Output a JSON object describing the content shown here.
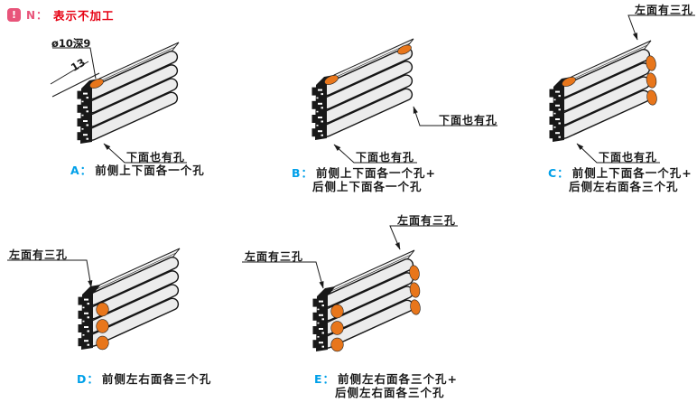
{
  "note": {
    "icon_glyph": "!",
    "prefix": "N：",
    "text": "表示不加工"
  },
  "colors": {
    "accent_orange": "#E8761B",
    "caption_blue": "#00A0E9",
    "note_pink": "#E8547A",
    "note_red": "#E60012",
    "line": "#1A1A1A",
    "band_gray": "#ECECEC"
  },
  "dimension_labels": {
    "hole_spec": "ø10深9",
    "hole_offset": "13"
  },
  "diagrams": [
    {
      "letter": "A：",
      "caption_line1": "前侧上下面各一个孔",
      "caption_line2": "",
      "callouts": {
        "bottom": "下面也有孔"
      },
      "holes": {
        "top_front": true,
        "top_rear": false,
        "left_end": 0,
        "right_end": 0
      }
    },
    {
      "letter": "B：",
      "caption_line1": "前侧上下面各一个孔+",
      "caption_line2": "后侧上下面各一个孔",
      "callouts": {
        "bottom": "下面也有孔",
        "bottom_rear": "下面也有孔"
      },
      "holes": {
        "top_front": true,
        "top_rear": true,
        "left_end": 0,
        "right_end": 0
      }
    },
    {
      "letter": "C：",
      "caption_line1": "前侧上下面各一个孔+",
      "caption_line2": "后侧左右面各三个孔",
      "callouts": {
        "bottom": "下面也有孔",
        "left_face": "左面有三孔"
      },
      "holes": {
        "top_front": true,
        "top_rear": false,
        "left_end": 0,
        "right_end": 3
      }
    },
    {
      "letter": "D：",
      "caption_line1": "前侧左右面各三个孔",
      "caption_line2": "",
      "callouts": {
        "left_face": "左面有三孔"
      },
      "holes": {
        "top_front": false,
        "top_rear": false,
        "left_end": 3,
        "right_end": 0
      }
    },
    {
      "letter": "E：",
      "caption_line1": "前侧左右面各三个孔+",
      "caption_line2": "后侧左右面各三个孔",
      "callouts": {
        "left_face": "左面有三孔",
        "left_face_rear": "左面有三孔"
      },
      "holes": {
        "top_front": false,
        "top_rear": false,
        "left_end": 3,
        "right_end": 3
      }
    }
  ]
}
